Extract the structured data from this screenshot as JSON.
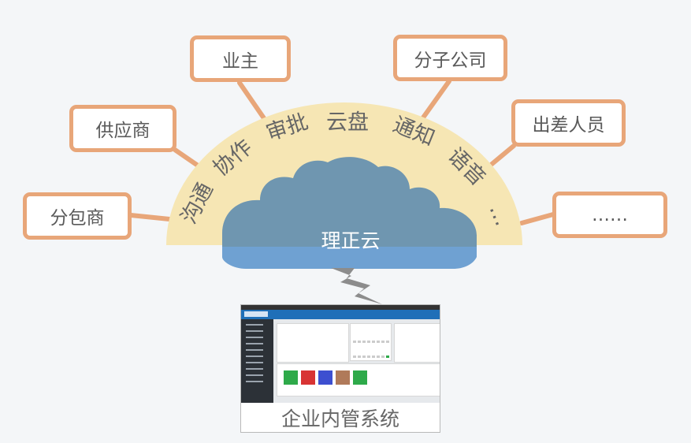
{
  "nodes": {
    "owner": "业主",
    "subsidiary": "分子公司",
    "supplier": "供应商",
    "traveler": "出差人员",
    "subcontractor": "分包商",
    "more": "……"
  },
  "arc_labels": [
    "沟通",
    "协作",
    "审批",
    "云盘",
    "通知",
    "语音",
    "…"
  ],
  "cloud_label": "理正云",
  "system_label": "企业内管系统",
  "colors": {
    "node_border": "#e8a679",
    "arc_fill": "#f6e6b4",
    "cloud_fill": "#6f96b0",
    "cloud_bottom": "#6fa1d2",
    "connector": "#e8a679",
    "lightning": "#8c8c8c"
  }
}
